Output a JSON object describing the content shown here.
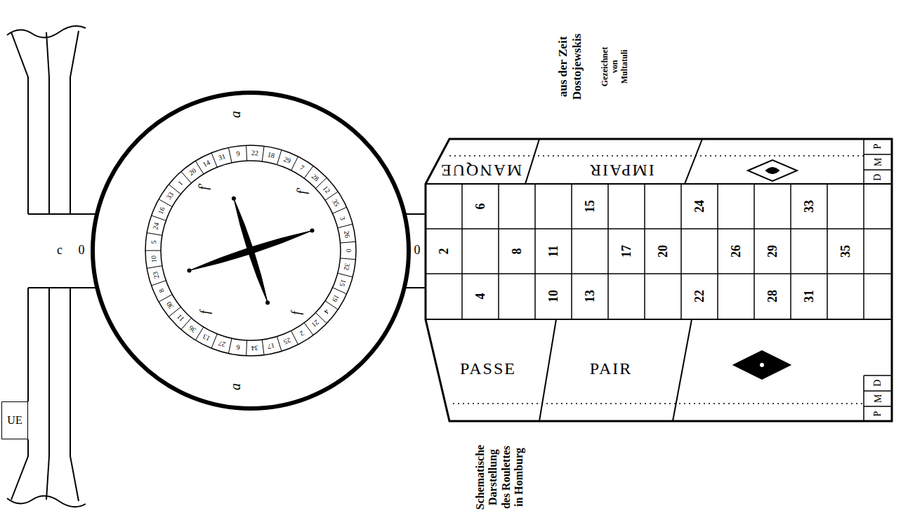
{
  "diagram": {
    "title": "Schematische Darstellung des Roulettes in Homburg",
    "nodes": [
      {
        "text": [
          "MANQUE"
        ]
      },
      {
        "text": [
          "IMPAIR"
        ]
      },
      {
        "text": [
          "PASSE"
        ]
      },
      {
        "text": [
          "PAIR"
        ]
      },
      {
        "text": [
          "P"
        ]
      },
      {
        "text": [
          "M"
        ]
      },
      {
        "text": [
          "D"
        ]
      },
      {
        "text": [
          "D"
        ]
      },
      {
        "text": [
          "M"
        ]
      },
      {
        "text": [
          "P"
        ]
      },
      {
        "text": [
          "0"
        ]
      },
      {
        "text": [
          "0"
        ]
      },
      {
        "text": [
          "c"
        ]
      },
      {
        "text": [
          "UE"
        ]
      }
    ],
    "labels": [
      "aus der Zeit Dostojewskis",
      "Gezeichnet von Multatuli",
      "2",
      "6",
      "4",
      "8",
      "11",
      "10",
      "15",
      "13",
      "17",
      "20",
      "24",
      "22",
      "26",
      "29",
      "28",
      "33",
      "31",
      "35",
      "0",
      "32",
      "15",
      "19",
      "4",
      "21",
      "2",
      "25",
      "17",
      "34",
      "6",
      "27",
      "13",
      "36",
      "11",
      "30",
      "8",
      "23",
      "10",
      "5",
      "24",
      "16",
      "33",
      "1",
      "20",
      "14",
      "31",
      "9",
      "22",
      "18",
      "29",
      "7",
      "28",
      "12",
      "35",
      "3",
      "26",
      "a",
      "a",
      "f'",
      "f'",
      "f",
      "f"
    ]
  }
}
